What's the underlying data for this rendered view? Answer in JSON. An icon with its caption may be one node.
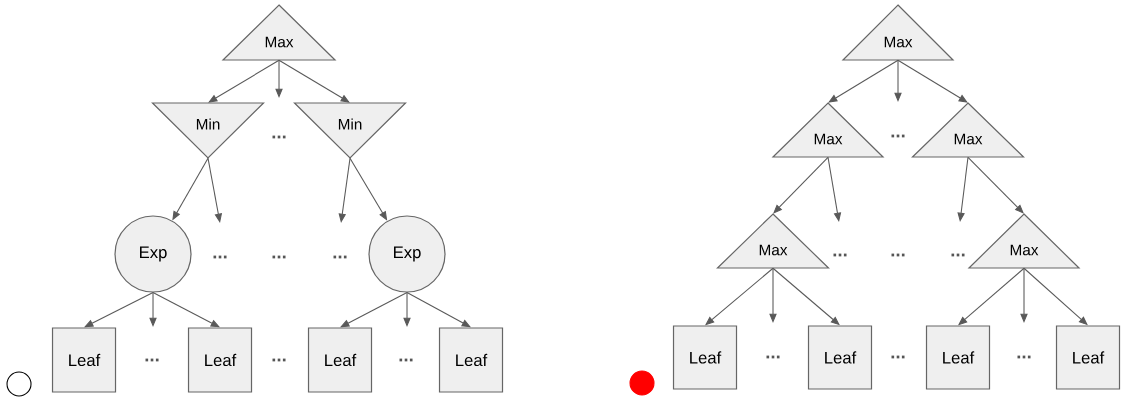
{
  "diagram": {
    "nodes": [
      {
        "text": [
          "Max"
        ]
      },
      {
        "text": [
          "Min"
        ]
      },
      {
        "text": [
          "Min"
        ]
      },
      {
        "text": [
          "Exp"
        ]
      },
      {
        "text": [
          "Exp"
        ]
      },
      {
        "text": [
          "Leaf"
        ]
      },
      {
        "text": [
          "Leaf"
        ]
      },
      {
        "text": [
          "Leaf"
        ]
      },
      {
        "text": [
          "Leaf"
        ]
      },
      {
        "text": [
          "Max"
        ]
      },
      {
        "text": [
          "Max"
        ]
      },
      {
        "text": [
          "Max"
        ]
      },
      {
        "text": [
          "Max"
        ]
      },
      {
        "text": [
          "Max"
        ]
      },
      {
        "text": [
          "Leaf"
        ]
      },
      {
        "text": [
          "Leaf"
        ]
      },
      {
        "text": [
          "Leaf"
        ]
      },
      {
        "text": [
          "Leaf"
        ]
      },
      {
        "text": [],
        "shape": "circle"
      },
      {
        "text": [],
        "shape": "circle"
      }
    ],
    "edges": [
      {
        "from": 0,
        "to": 1,
        "arrow": "to"
      },
      {
        "from": 0,
        "to": null,
        "arrow": "to"
      },
      {
        "from": 0,
        "to": 2,
        "arrow": "to"
      },
      {
        "from": 1,
        "to": 3,
        "arrow": "to"
      },
      {
        "from": 1,
        "to": null,
        "arrow": "to"
      },
      {
        "from": 2,
        "to": null,
        "arrow": "to"
      },
      {
        "from": 2,
        "to": 4,
        "arrow": "to"
      },
      {
        "from": 3,
        "to": 5,
        "arrow": "to"
      },
      {
        "from": 3,
        "to": null,
        "arrow": "to"
      },
      {
        "from": 3,
        "to": 6,
        "arrow": "to"
      },
      {
        "from": 4,
        "to": 7,
        "arrow": "to"
      },
      {
        "from": 4,
        "to": null,
        "arrow": "to"
      },
      {
        "from": 4,
        "to": 8,
        "arrow": "to"
      },
      {
        "from": 9,
        "to": 10,
        "arrow": "to"
      },
      {
        "from": 9,
        "to": null,
        "arrow": "to"
      },
      {
        "from": 9,
        "to": 11,
        "arrow": "to"
      },
      {
        "from": 10,
        "to": 12,
        "arrow": "to"
      },
      {
        "from": 10,
        "to": null,
        "arrow": "to"
      },
      {
        "from": 11,
        "to": null,
        "arrow": "to"
      },
      {
        "from": 11,
        "to": 13,
        "arrow": "to"
      },
      {
        "from": 12,
        "to": 14,
        "arrow": "to"
      },
      {
        "from": 12,
        "to": null,
        "arrow": "to"
      },
      {
        "from": 12,
        "to": 15,
        "arrow": "to"
      },
      {
        "from": 13,
        "to": 16,
        "arrow": "to"
      },
      {
        "from": 13,
        "to": null,
        "arrow": "to"
      },
      {
        "from": 13,
        "to": 17,
        "arrow": "to"
      }
    ],
    "labels": [
      "...",
      "...",
      "...",
      "...",
      "...",
      "...",
      "...",
      "...",
      "...",
      "...",
      "...",
      "...",
      "...",
      "..."
    ]
  }
}
